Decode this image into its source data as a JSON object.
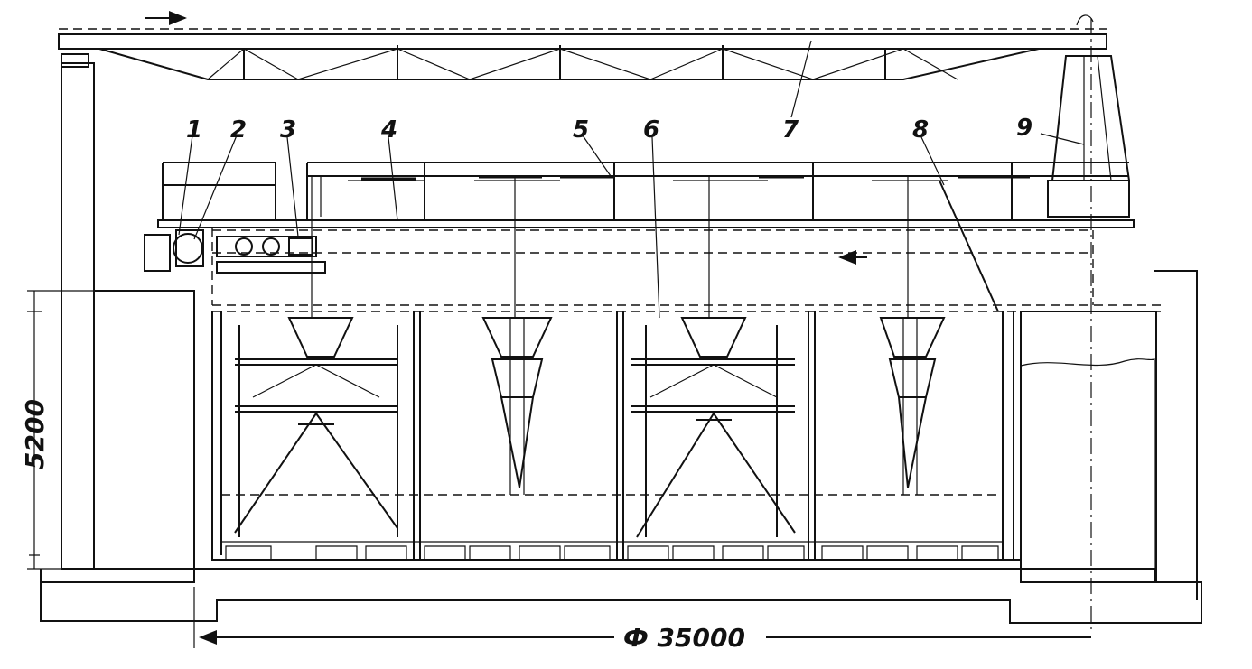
{
  "callouts": [
    "1",
    "2",
    "3",
    "4",
    "5",
    "6",
    "7",
    "8",
    "9"
  ],
  "dimensions": {
    "depth": "5200",
    "diameter": "Ф 35000"
  }
}
